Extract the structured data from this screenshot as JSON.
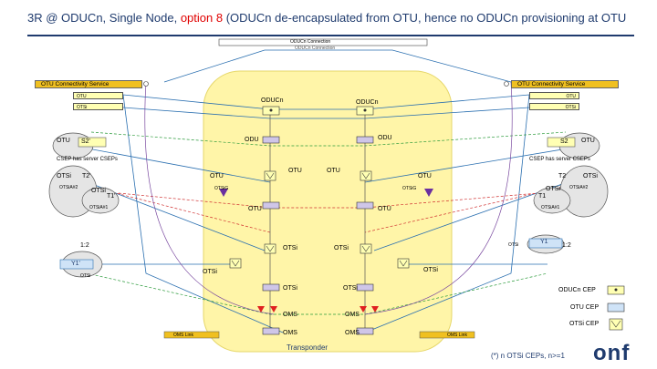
{
  "title": {
    "main": "3R @ ODUCn, Single Node, ",
    "option": "option 8",
    "rest": " (ODUCn de-encapsulated from OTU, hence no ODUCn provisioning at OTU"
  },
  "odu_connection": "ODUCn Connection",
  "odu_connection_sub": "ODUCn Connection",
  "left": {
    "service": "OTU Connectivity Service",
    "otu_tag": "OTU",
    "otsi_tag": "OTSi",
    "otu_label": "OTU",
    "s_label": "S2'",
    "csep": "CSEP has server CSEPs",
    "otsi_label": "OTSi",
    "t_label": "T2'",
    "otsig_label": "OTSiA#2",
    "otsi2": "OTSi",
    "t1": "T1'",
    "otsig1": "OTSiA#1",
    "ratio": "1:2",
    "y": "Y1'",
    "otsi3": "OTSi"
  },
  "right": {
    "service": "OTU Connectivity Service",
    "otu_tag": "OTU",
    "otsi_tag": "OTSi",
    "otu_label": "OTU",
    "s_label": "S2",
    "csep": "CSEP has server CSEPs",
    "otsi_label": "OTSi",
    "t_label": "T2",
    "otsig_label": "OTSiA#2",
    "otsi2": "OTSi",
    "t1": "T1",
    "otsig1": "OTSiA#1",
    "ratio": "1:2",
    "y": "Y1",
    "otsi3": "OTSi"
  },
  "center": {
    "oducn_left": "ODUCn",
    "oducn_right": "ODUCn",
    "odu_left": "ODU",
    "odu_right": "ODU",
    "otu_l1": "OTU",
    "otu_r1": "OTU",
    "otu_l2": "OTU",
    "otu_r2": "OTU",
    "otsig_l": "OTSiG",
    "otsig_r": "OTSiG",
    "otu_l3": "OTU",
    "otu_r3": "OTU",
    "otsi_l": "OTSi",
    "otsi_r": "OTSi",
    "otsi_l2": "OTSi",
    "otsi_r2": "OTSi",
    "otsi_l3": "OTSi",
    "otsi_r3": "OTSi",
    "oms_l": "OMS",
    "oms_r": "OMS",
    "oms_l2": "OMS",
    "oms_r2": "OMS",
    "transponder": "Transponder",
    "omslink_l": "OMS Link",
    "omslink_r": "OMS Link"
  },
  "legend": {
    "oducn": "ODUCn CEP",
    "otu": "OTU CEP",
    "otsi": "OTSi CEP"
  },
  "footnote": "(*) n OTSi CEPs, n>=1",
  "logo": "onf",
  "colors": {
    "title": "#1f3b6e",
    "option": "#e00000",
    "service": "#f0c020",
    "transponder": "#fff5a8"
  }
}
